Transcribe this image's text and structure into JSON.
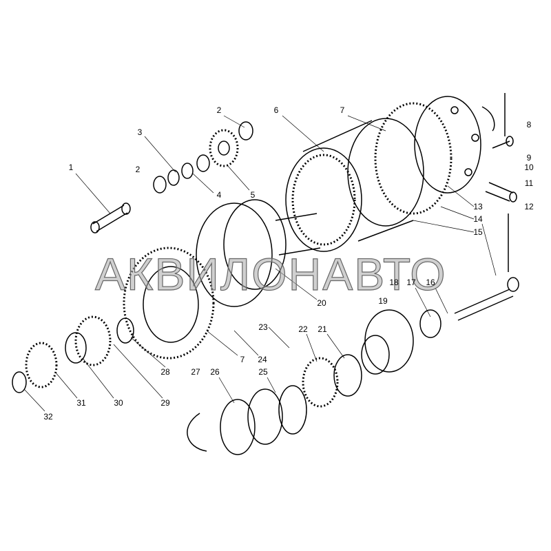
{
  "watermark": "АКВИЛОНАВТО",
  "callouts": [
    "1",
    "2",
    "3",
    "2",
    "4",
    "5",
    "6",
    "7",
    "8",
    "9",
    "10",
    "11",
    "12",
    "13",
    "14",
    "15",
    "16",
    "17",
    "18",
    "19",
    "20",
    "21",
    "22",
    "23",
    "24",
    "7",
    "27",
    "28",
    "29",
    "30",
    "31",
    "32",
    "26",
    "25"
  ]
}
